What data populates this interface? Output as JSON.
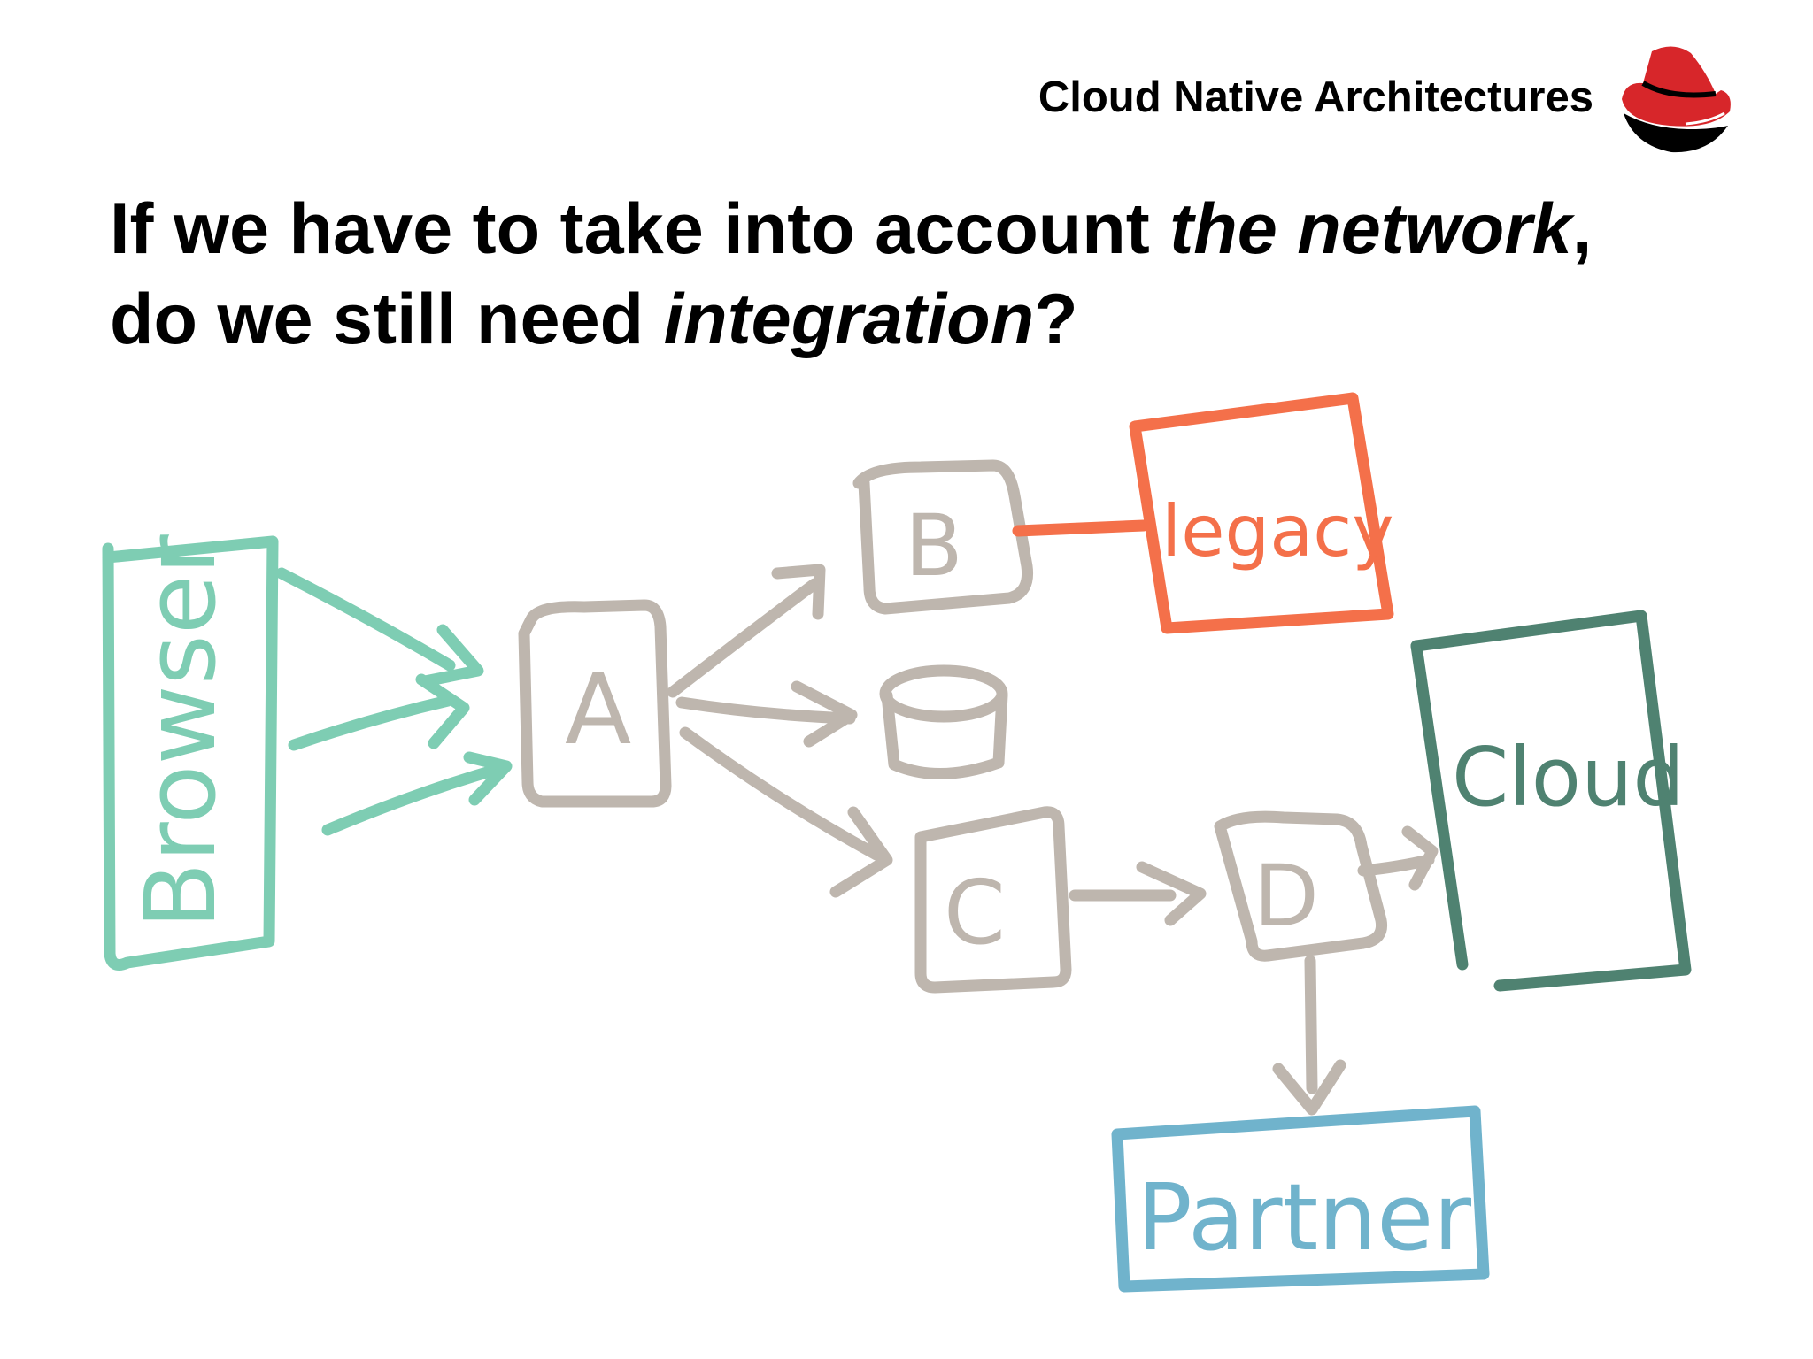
{
  "header": {
    "title": "Cloud Native Architectures"
  },
  "headline": {
    "line1_prefix": "If we have to take into account ",
    "line1_emphasis": "the network",
    "line1_suffix": ",",
    "line2_prefix": "do we still need ",
    "line2_emphasis": "integration",
    "line2_suffix": "?"
  },
  "diagram": {
    "nodes": {
      "browser": "Browser",
      "a": "A",
      "b": "B",
      "c": "C",
      "d": "D",
      "legacy": "legacy",
      "cloud": "Cloud",
      "partner": "Partner"
    },
    "colors": {
      "browser": "#7ecdb3",
      "internal": "#beb6ae",
      "legacy": "#f4704a",
      "cloud": "#4f8271",
      "partner": "#70b3cc"
    }
  }
}
